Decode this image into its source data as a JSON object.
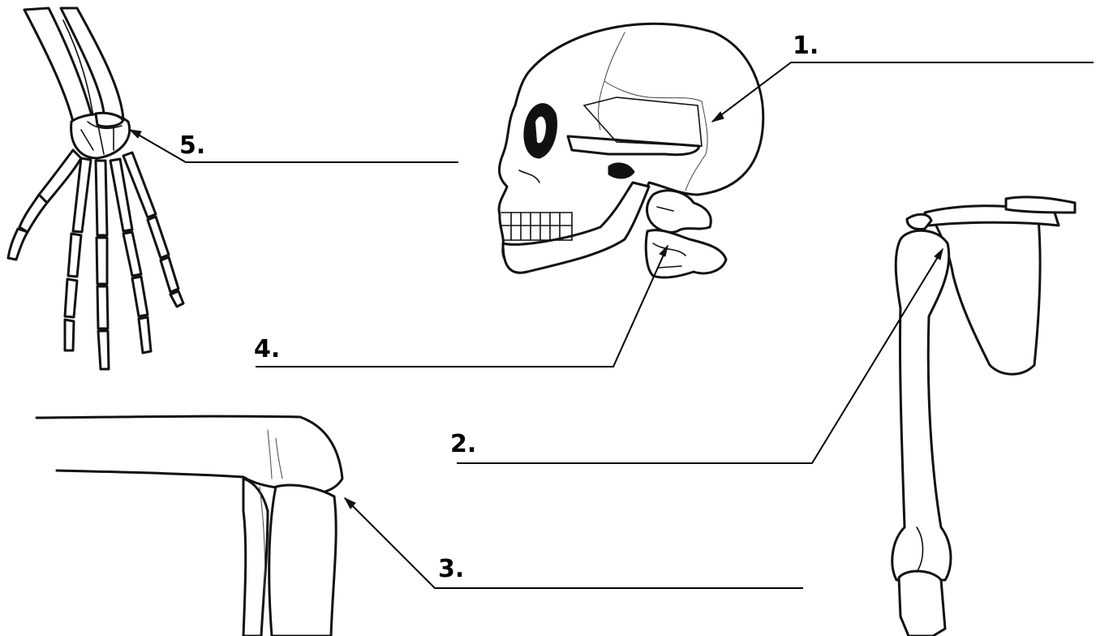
{
  "labels": [
    {
      "id": "1",
      "text": "1."
    },
    {
      "id": "2",
      "text": "2."
    },
    {
      "id": "3",
      "text": "3."
    },
    {
      "id": "4",
      "text": "4."
    },
    {
      "id": "5",
      "text": "5."
    }
  ],
  "style": {
    "line_color": "#000000",
    "background": "#ffffff"
  }
}
